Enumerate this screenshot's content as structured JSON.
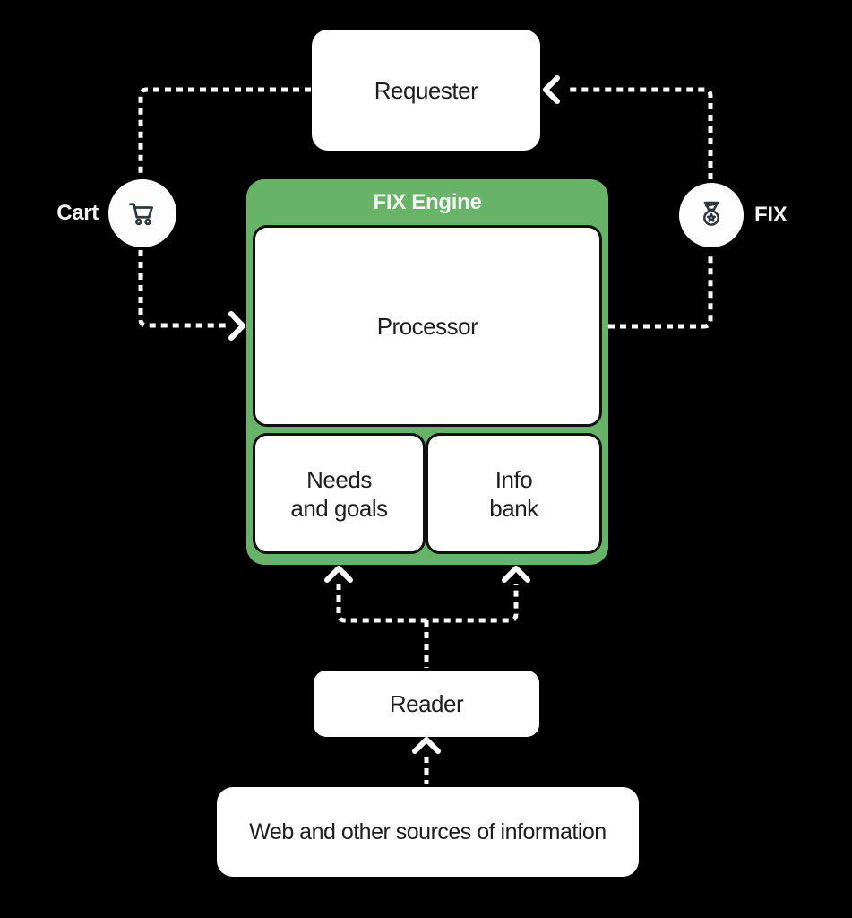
{
  "colors": {
    "background": "#000000",
    "engine_green": "#67b468",
    "box_white": "#ffffff",
    "text_dark": "#1e1e1e",
    "text_light": "#f5f5f5",
    "line_white": "#ffffff",
    "icon_stroke": "#2f3640"
  },
  "nodes": {
    "requester": {
      "label": "Requester"
    },
    "engine": {
      "title": "FIX Engine"
    },
    "processor": {
      "label": "Processor"
    },
    "needs_goals": {
      "line1": "Needs",
      "line2": "and goals"
    },
    "info_bank": {
      "line1": "Info",
      "line2": "bank"
    },
    "reader": {
      "label": "Reader"
    },
    "web_sources": {
      "label": "Web and other sources of information"
    }
  },
  "badges": {
    "cart": {
      "label": "Cart",
      "icon": "shopping-cart-icon"
    },
    "fix": {
      "label": "FIX",
      "icon": "medal-icon"
    }
  }
}
